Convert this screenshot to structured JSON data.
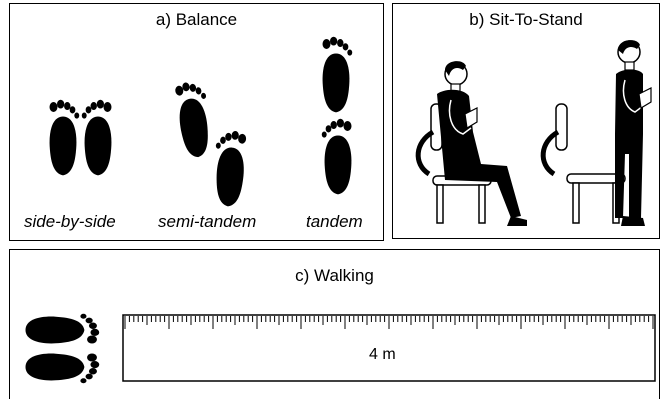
{
  "panels": {
    "balance": {
      "title": "a) Balance",
      "stances": [
        {
          "caption": "side-by-side"
        },
        {
          "caption": "semi-tandem"
        },
        {
          "caption": "tandem"
        }
      ]
    },
    "sit_to_stand": {
      "title": "b) Sit-To-Stand"
    },
    "walking": {
      "title": "c) Walking",
      "distance_label": "4 m"
    }
  },
  "icons": [
    "footprint-icon",
    "seated-person-icon",
    "standing-person-icon",
    "chair-icon",
    "measuring-tape-icon"
  ]
}
